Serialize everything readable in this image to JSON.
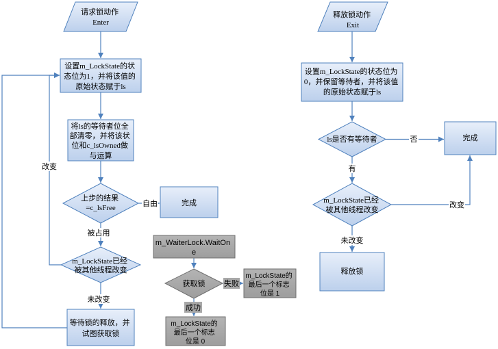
{
  "enter_flow": {
    "start": {
      "lines": [
        "请求锁动作",
        "Enter"
      ]
    },
    "set_state": {
      "lines": [
        "设置m_LockState的状",
        "态位为1，并将该值的",
        "原始状态赋于ls"
      ]
    },
    "clear_waiters": {
      "lines": [
        "将ls的等待者位全",
        "部清零，并将该状",
        "位和c_lsOwned做",
        "与运算"
      ]
    },
    "check_free": {
      "lines": [
        "上步的结果",
        "=c_lsFree"
      ]
    },
    "free_label": "自由",
    "done": "完成",
    "occupied_label": "被占用",
    "changed_check": {
      "lines": [
        "m_LockState已经",
        "被其他线程改变"
      ]
    },
    "changed_label": "改变",
    "unchanged_label": "未改变",
    "wait_and_acquire": {
      "lines": [
        "等待锁的释放，并",
        "试图获取锁"
      ]
    }
  },
  "wait_detail": {
    "wait_one": {
      "lines": [
        "m_WaiterLock.WaitOn",
        "e"
      ]
    },
    "acquire": "获取锁",
    "fail_label": "失败",
    "fail_result": {
      "lines": [
        "m_LockState的",
        "最后一个标志",
        "位是 1"
      ]
    },
    "success_label": "成功",
    "success_result": {
      "lines": [
        "m_LockState的",
        "最后一个标志",
        "位是 0"
      ]
    }
  },
  "exit_flow": {
    "start": {
      "lines": [
        "释放锁动作",
        "Exit"
      ]
    },
    "set_state": {
      "lines": [
        "设置m_LockState的状态位为",
        "0，并保留等待者，并将该值",
        "的原始状态赋于ls"
      ]
    },
    "has_waiters": "ls是否有等待者",
    "no_label": "否",
    "done": "完成",
    "yes_label": "有",
    "changed_check": {
      "lines": [
        "m_LockState已经",
        "被其他线程改变"
      ]
    },
    "changed_label": "改变",
    "unchanged_label": "未改变",
    "release": "释放锁"
  },
  "colors": {
    "shape_fill_top": "#e8effa",
    "shape_fill_bottom": "#bcd0ec",
    "shape_stroke": "#4f81bd",
    "connector": "#4f81bd",
    "gray_fill_top": "#b4b4b4",
    "gray_fill_bottom": "#9d9d9d",
    "gray_stroke": "#6f6f6f",
    "label_gray": "#a8a8a8",
    "text": "#000000"
  }
}
